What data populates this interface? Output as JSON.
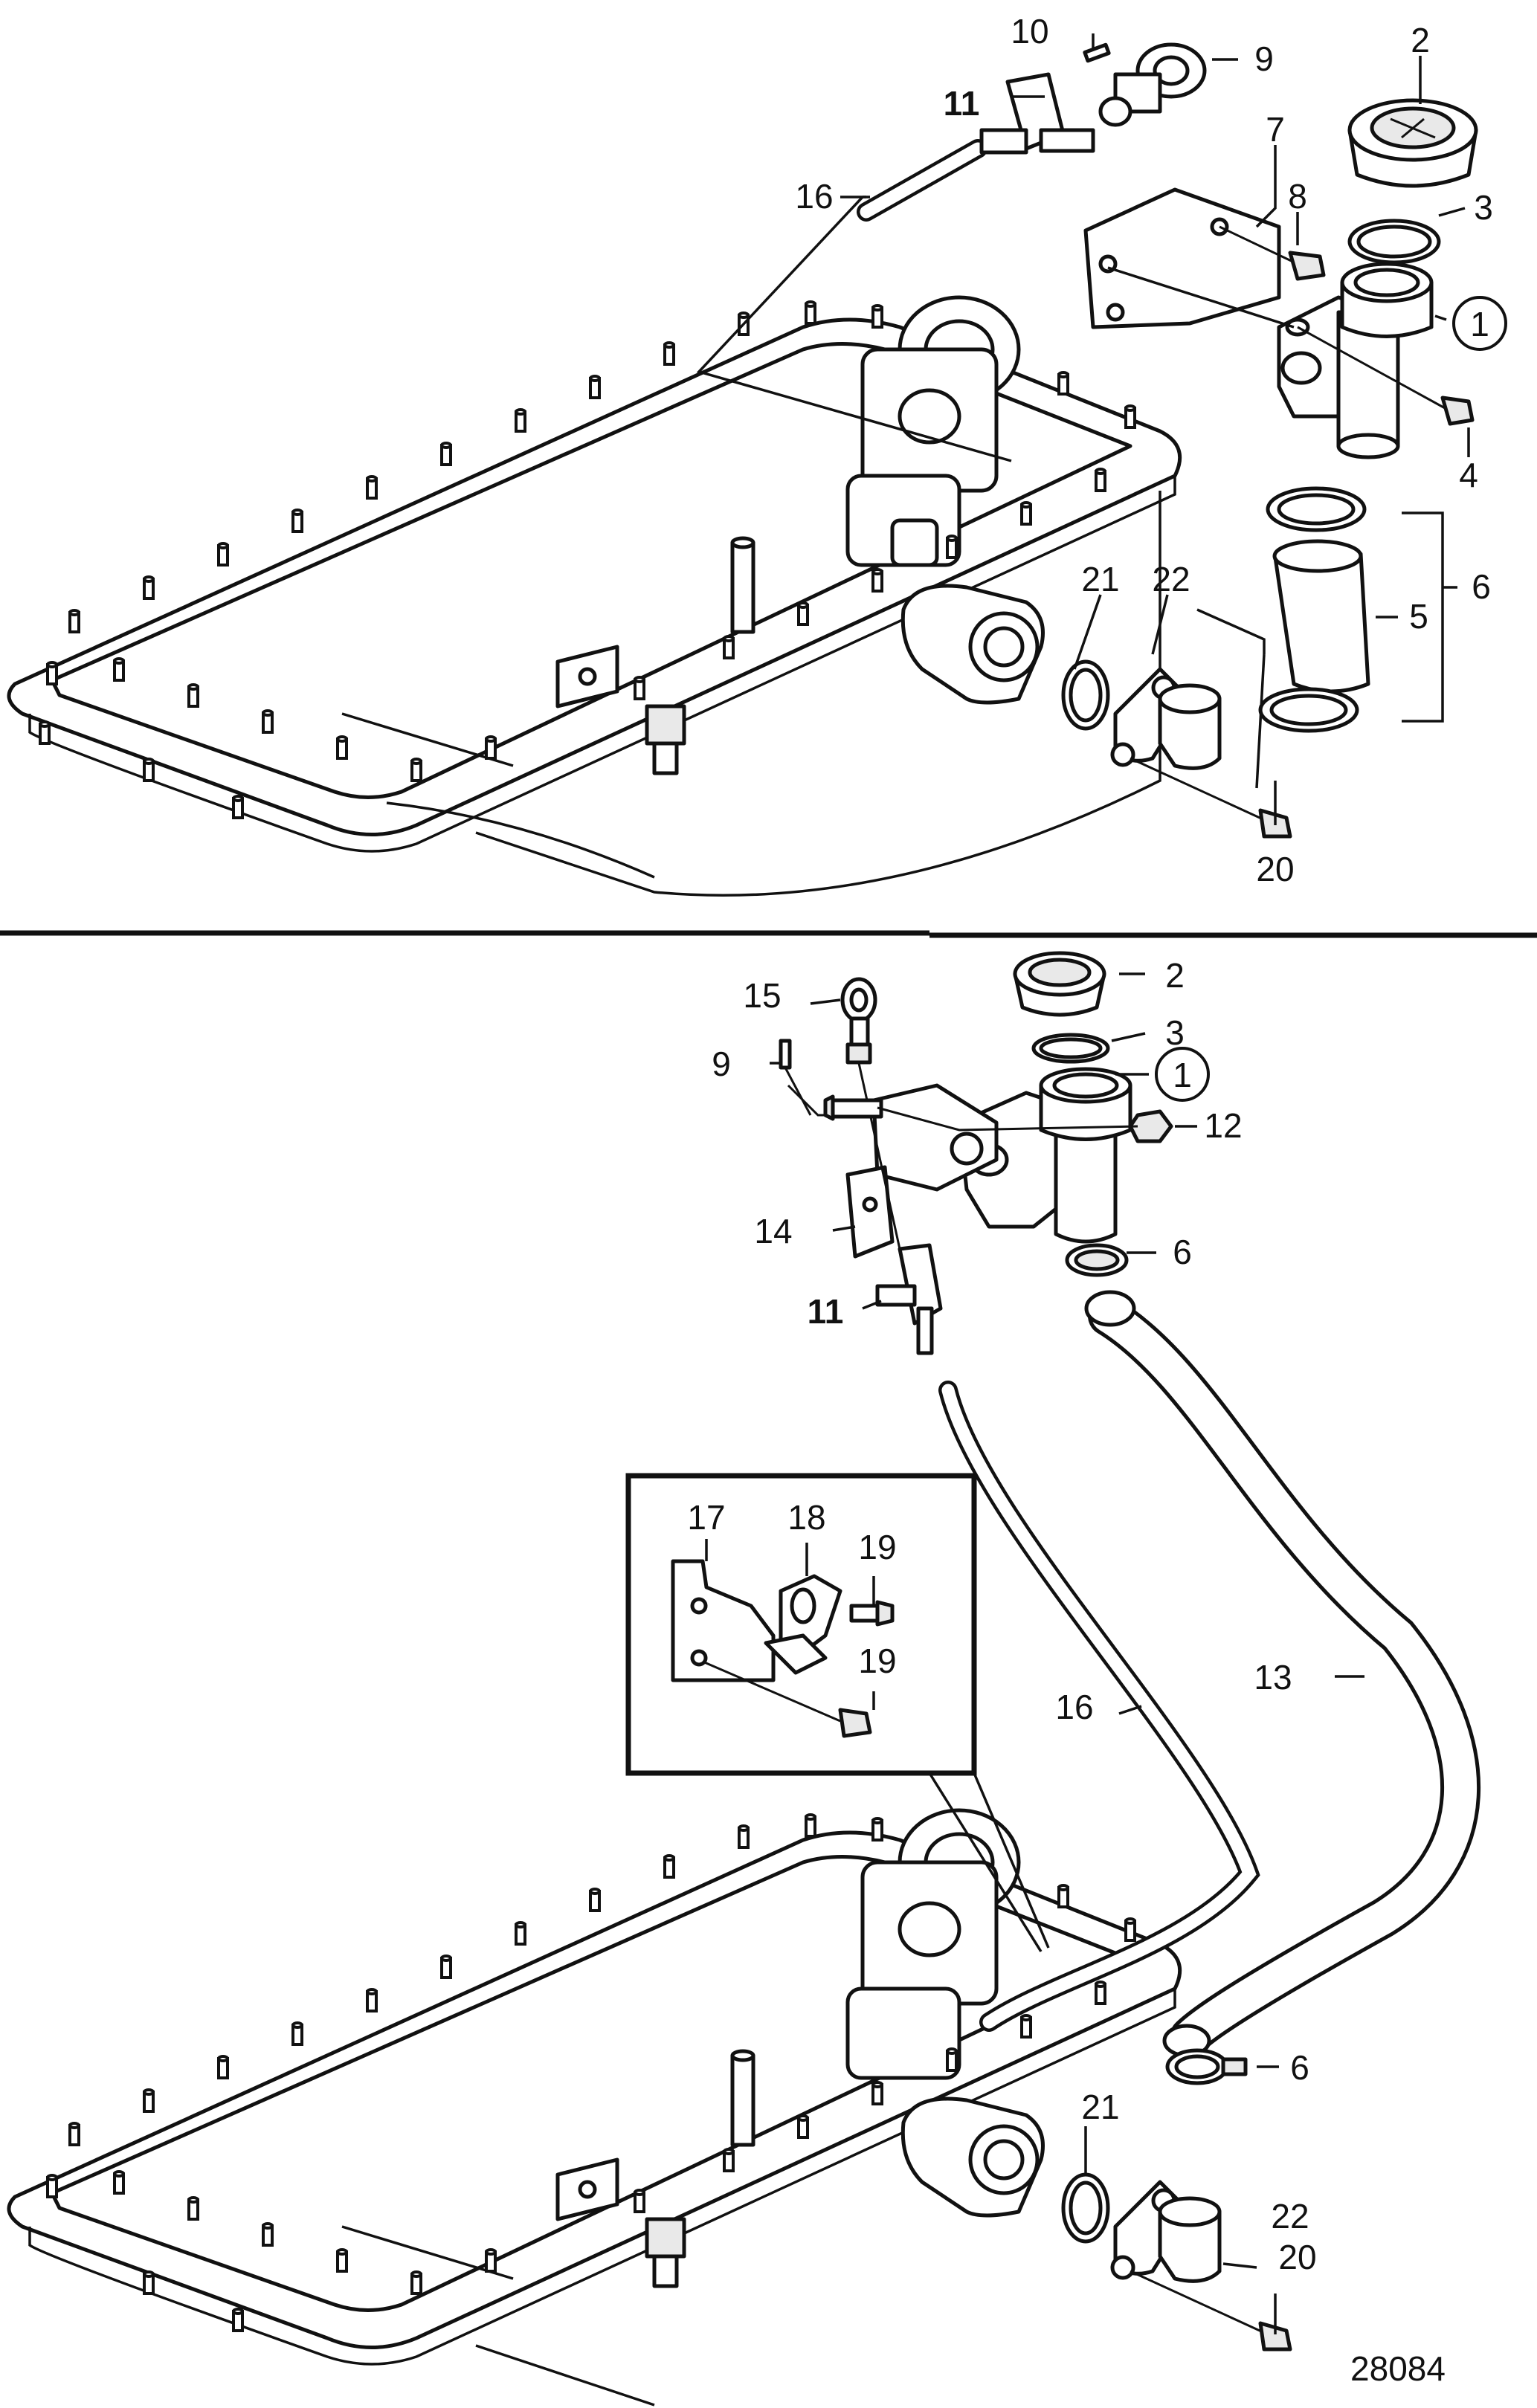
{
  "drawing_number": "28084",
  "upper_view": {
    "callouts": [
      {
        "id": "c1",
        "text": "1",
        "circled": true
      },
      {
        "id": "c2",
        "text": "2"
      },
      {
        "id": "c3",
        "text": "3"
      },
      {
        "id": "c4",
        "text": "4"
      },
      {
        "id": "c5",
        "text": "5"
      },
      {
        "id": "c6",
        "text": "6"
      },
      {
        "id": "c7",
        "text": "7"
      },
      {
        "id": "c8",
        "text": "8"
      },
      {
        "id": "c9",
        "text": "9"
      },
      {
        "id": "c10",
        "text": "10"
      },
      {
        "id": "c11",
        "text": "11",
        "bold": true
      },
      {
        "id": "c16",
        "text": "16"
      },
      {
        "id": "c20",
        "text": "20"
      },
      {
        "id": "c21",
        "text": "21"
      },
      {
        "id": "c22",
        "text": "22"
      }
    ]
  },
  "lower_view": {
    "callouts": [
      {
        "id": "c1",
        "text": "1",
        "circled": true
      },
      {
        "id": "c2",
        "text": "2"
      },
      {
        "id": "c3",
        "text": "3"
      },
      {
        "id": "c6a",
        "text": "6"
      },
      {
        "id": "c6b",
        "text": "6"
      },
      {
        "id": "c9",
        "text": "9"
      },
      {
        "id": "c11",
        "text": "11",
        "bold": true
      },
      {
        "id": "c12",
        "text": "12"
      },
      {
        "id": "c13",
        "text": "13"
      },
      {
        "id": "c14",
        "text": "14"
      },
      {
        "id": "c15",
        "text": "15"
      },
      {
        "id": "c16",
        "text": "16"
      },
      {
        "id": "c17",
        "text": "17"
      },
      {
        "id": "c18",
        "text": "18"
      },
      {
        "id": "c19a",
        "text": "19"
      },
      {
        "id": "c19b",
        "text": "19"
      },
      {
        "id": "c20",
        "text": "20"
      },
      {
        "id": "c21",
        "text": "21"
      },
      {
        "id": "c22",
        "text": "22"
      }
    ]
  }
}
